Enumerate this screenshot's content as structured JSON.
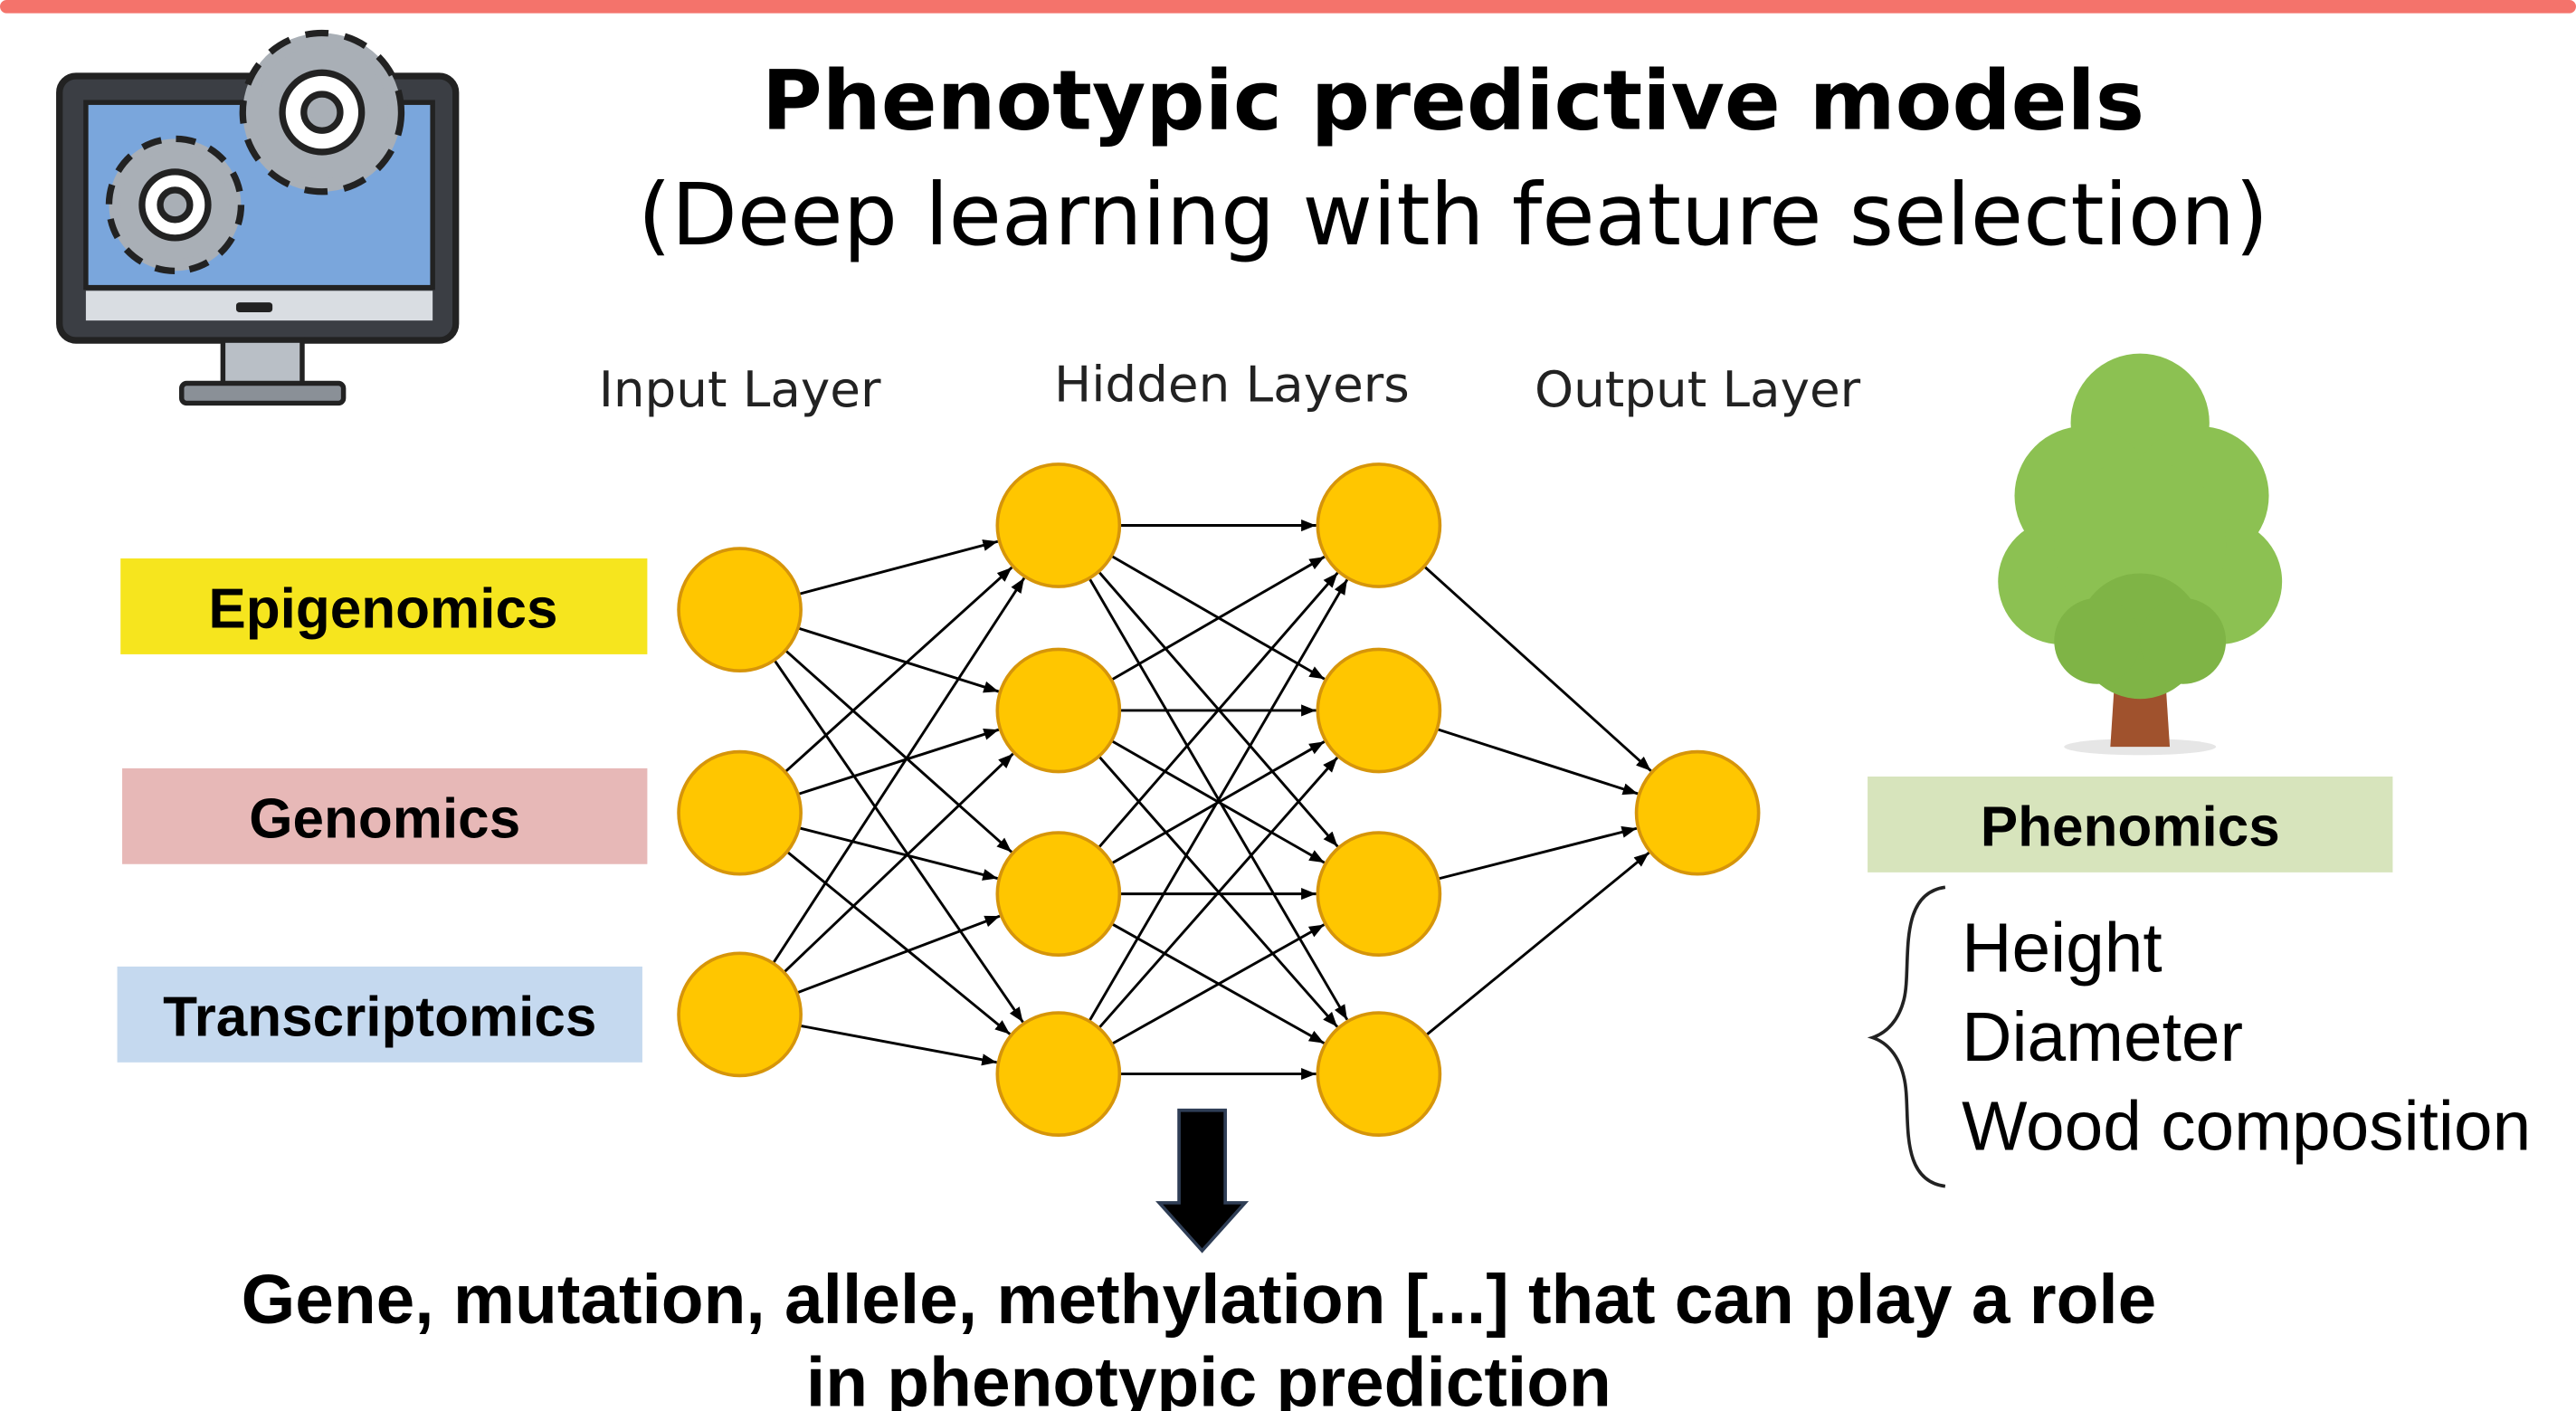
{
  "title": "Phenotypic predictive models",
  "subtitle": "(Deep learning with feature selection)",
  "layers": {
    "input": "Input Layer",
    "hidden": "Hidden Layers",
    "output": "Output Layer"
  },
  "omics": {
    "epigenomics": "Epigenomics",
    "genomics": "Genomics",
    "transcriptomics": "Transcriptomics"
  },
  "phenomics": {
    "label": "Phenomics",
    "traits": [
      "Height",
      "Diameter",
      "Wood composition"
    ]
  },
  "conclusion": {
    "line1": "Gene, mutation, allele, methylation [...] that can play a role",
    "line2": "in phenotypic prediction"
  },
  "network": {
    "layer_sizes": [
      3,
      4,
      4,
      1
    ]
  },
  "colors": {
    "top_bar": "#f4736b",
    "node_fill": "#ffc600",
    "node_stroke": "#d6950a",
    "epigenomics_bg": "#f6e51e",
    "genomics_bg": "#e7b8b7",
    "transcriptomics_bg": "#c5d9ef",
    "phenomics_bg": "#d7e4bc",
    "monitor_screen": "#7aa6dc",
    "gear_fill": "#a9afb6",
    "tree_foliage": "#8cc152",
    "tree_trunk": "#a0522d"
  },
  "icons": [
    "computer-gears-icon",
    "tree-icon",
    "down-arrow-icon"
  ]
}
